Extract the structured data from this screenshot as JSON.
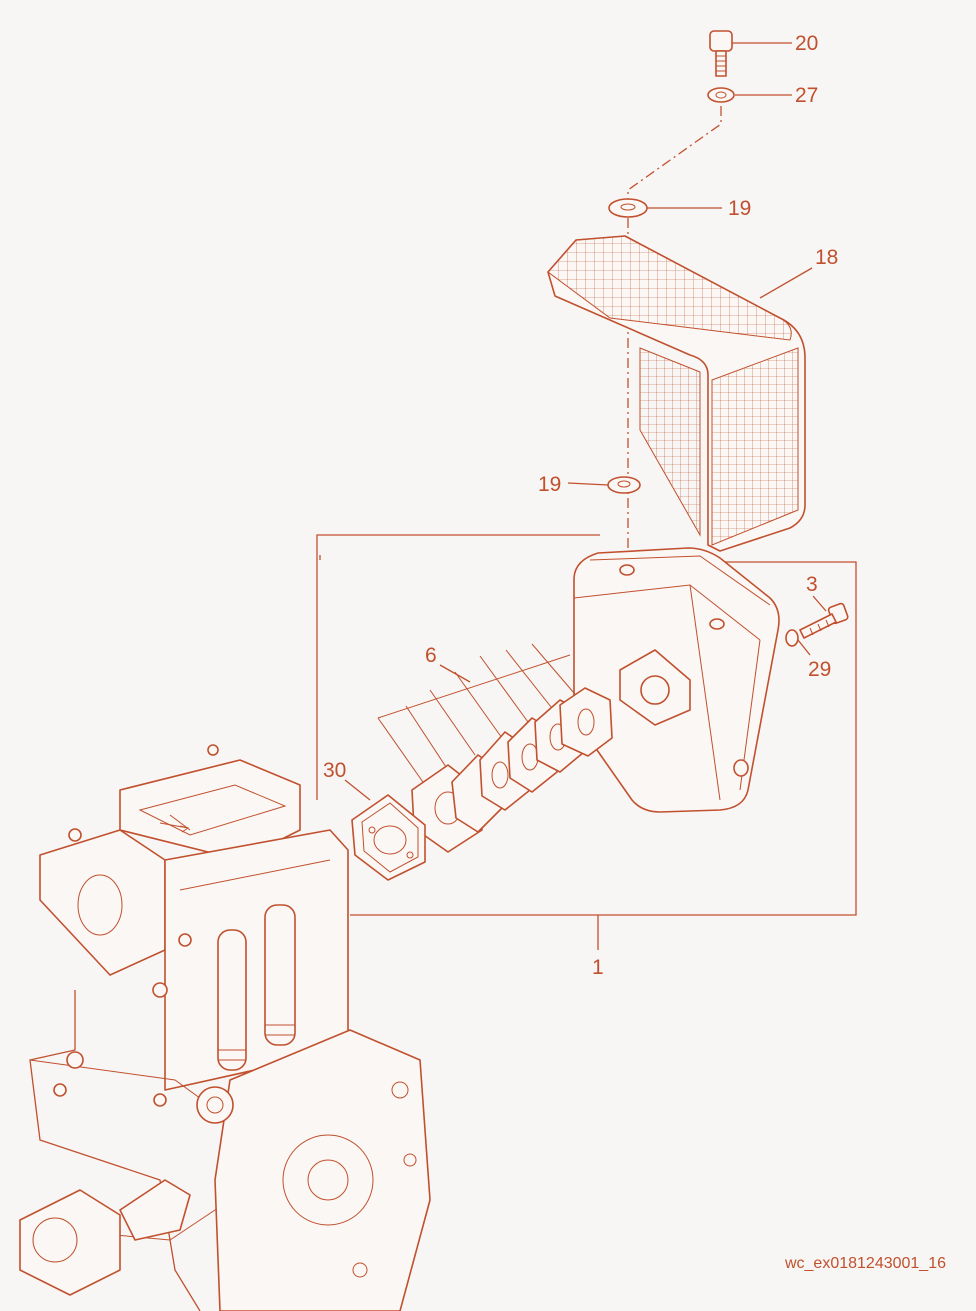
{
  "callouts": {
    "c20": "20",
    "c27": "27",
    "c19a": "19",
    "c18": "18",
    "c19b": "19",
    "c3": "3",
    "c29": "29",
    "c6": "6",
    "c30": "30",
    "c1": "1"
  },
  "reference_code": "wc_ex0181243001_16",
  "colors": {
    "line": "#c1502e",
    "background": "#f7f6f4"
  }
}
